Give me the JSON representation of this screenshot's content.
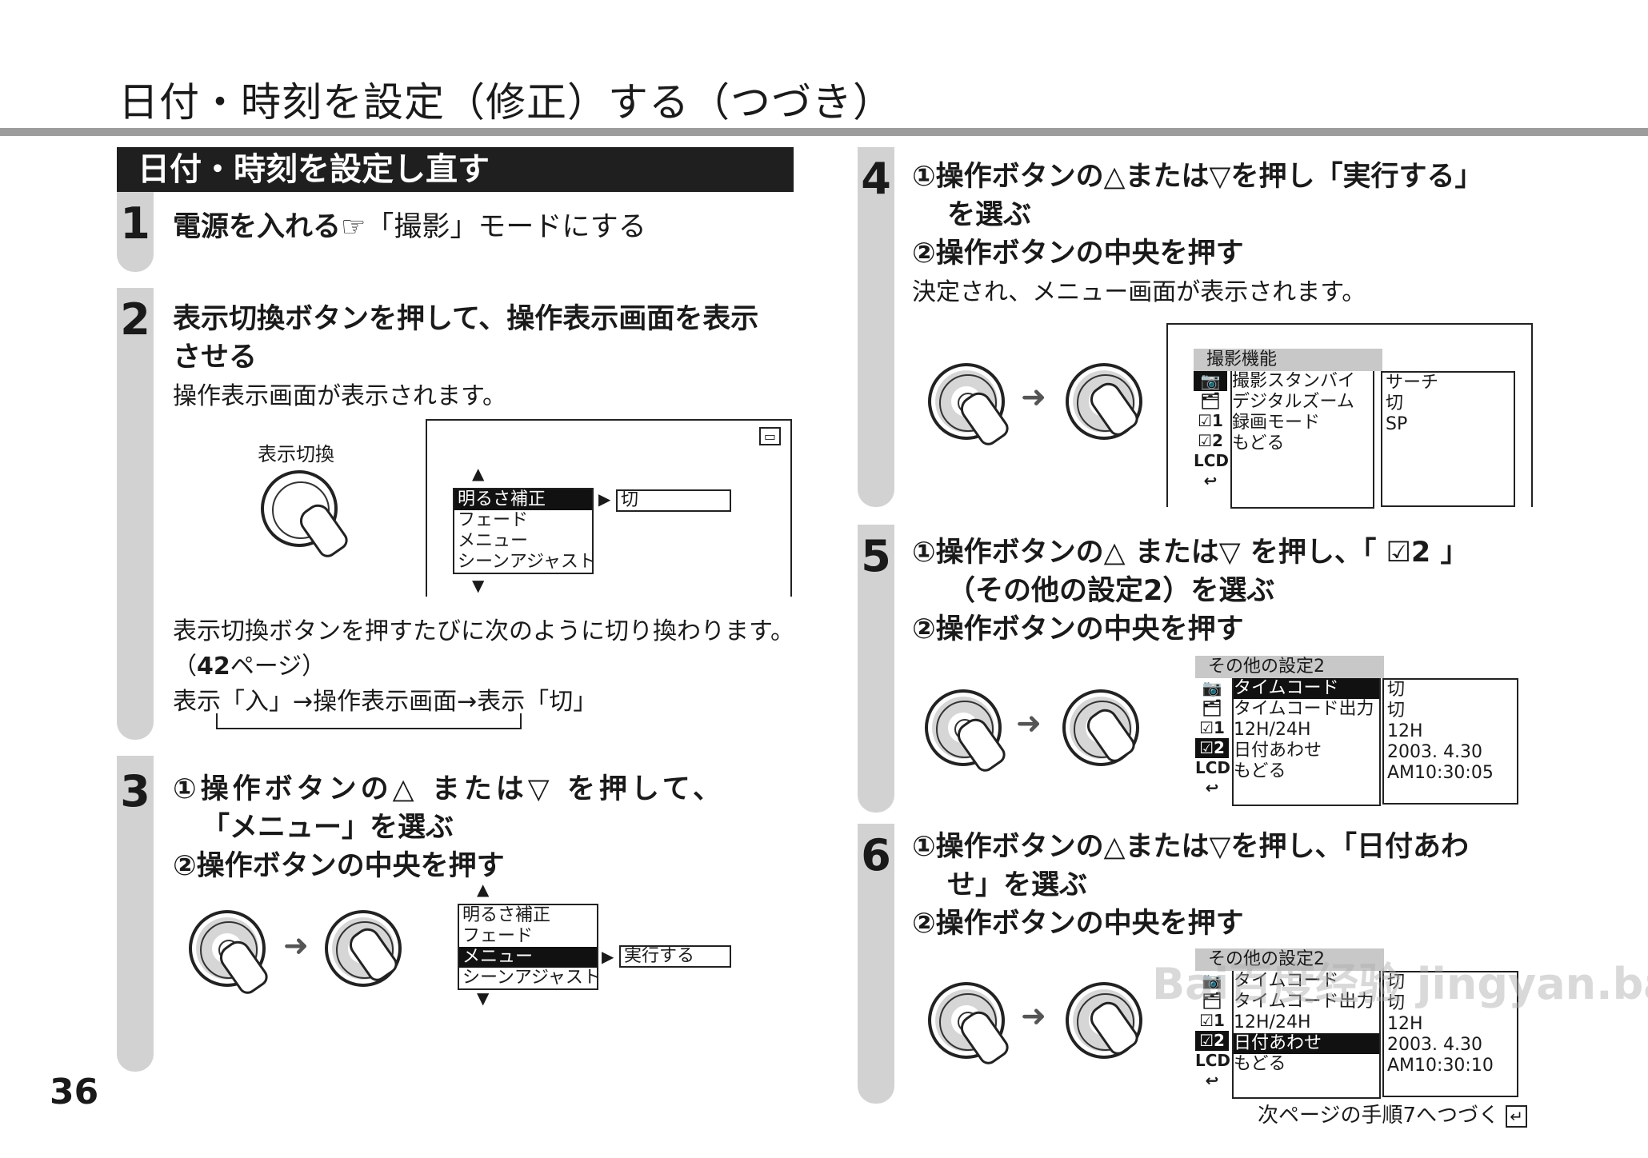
{
  "page_title": "日付・時刻を設定（修正）する（つづき）",
  "section_title": "日付・時刻を設定し直す",
  "page_number": "36",
  "continue_note": "次ページの手順7へつづく",
  "step1": {
    "num": "1",
    "text_bold": "電源を入れる",
    "ref_icon": "☞",
    "text_rest": "「撮影」モードにする"
  },
  "step2": {
    "num": "2",
    "heading_line1": "表示切換ボタンを押して、操作表示画面を表示",
    "heading_line2": "させる",
    "desc": "操作表示画面が表示されます。",
    "button_label": "表示切換",
    "menu_items": [
      "明るさ補正",
      "フェード",
      "メニュー",
      "シーンアジャスト"
    ],
    "menu_value": "切",
    "note_line1": "表示切換ボタンを押すたびに次のように切り換わります。",
    "note_line2_pre": "（",
    "note_line2_num": "42",
    "note_line2_post": "ページ）",
    "note_line3": "表示「入」→操作表示画面→表示「切」"
  },
  "step3": {
    "num": "3",
    "line1": "①操作ボタンの△ または▽ を押して、",
    "line2": "「メニュー」を選ぶ",
    "line3": "②操作ボタンの中央を押す",
    "menu_items": [
      "明るさ補正",
      "フェード",
      "メニュー",
      "シーンアジャスト"
    ],
    "menu_value": "実行する"
  },
  "step4": {
    "num": "4",
    "line1": "①操作ボタンの△または▽を押し「実行する」",
    "line2": "を選ぶ",
    "line3": "②操作ボタンの中央を押す",
    "desc": "決定され、メニュー画面が表示されます。",
    "menu_title": "撮影機能",
    "menu_items": [
      "撮影スタンバイ",
      "デジタルズーム",
      "録画モード",
      "もどる"
    ],
    "menu_values": [
      "サーチ",
      "切",
      "SP"
    ]
  },
  "step5": {
    "num": "5",
    "line1": "①操作ボタンの△ または▽ を押し、「 ☑2 」",
    "line2": "（その他の設定2）を選ぶ",
    "line3": "②操作ボタンの中央を押す",
    "menu_title": "その他の設定2",
    "menu_items": [
      "タイムコード",
      "タイムコード出力",
      "12H/24H",
      "日付あわせ",
      "もどる"
    ],
    "menu_values": [
      "切",
      "切",
      "12H",
      "2003. 4.30",
      "AM10:30:05"
    ]
  },
  "step6": {
    "num": "6",
    "line1": "①操作ボタンの△または▽を押し、「日付あわ",
    "line2": "せ」を選ぶ",
    "line3": "②操作ボタンの中央を押す",
    "menu_title": "その他の設定2",
    "menu_items": [
      "タイムコード",
      "タイムコード出力",
      "12H/24H",
      "日付あわせ",
      "もどる"
    ],
    "menu_values": [
      "切",
      "切",
      "12H",
      "2003. 4.30",
      "AM10:30:10"
    ]
  },
  "side_icons": [
    "📷",
    "🗂",
    "☑1",
    "☑2",
    "LCD",
    "↩"
  ],
  "tape_icon": "▭",
  "watermark": "Bai百度经验 jingyan.baidu.com"
}
